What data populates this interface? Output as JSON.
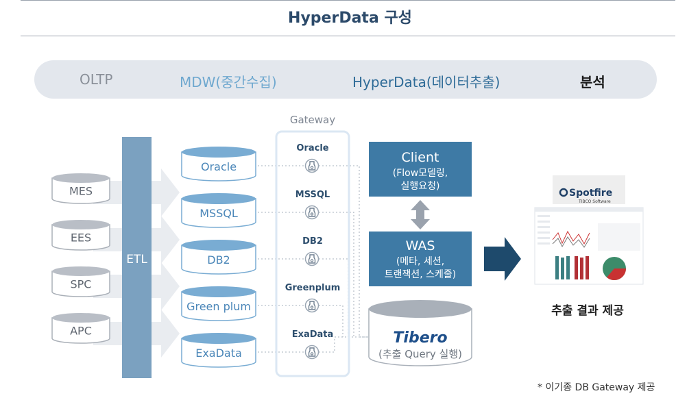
{
  "title": "HyperData 구성",
  "stages": [
    {
      "label": "OLTP",
      "color": "#8a9099"
    },
    {
      "label": "MDW(중간수집)",
      "color": "#6fa8cf"
    },
    {
      "label": "HyperData(데이터추출)",
      "color": "#2e6b97"
    },
    {
      "label": "분석",
      "color": "#1b1b1b"
    }
  ],
  "sources": [
    "MES",
    "EES",
    "SPC",
    "APC"
  ],
  "etl": "ETL",
  "mdw_dbs": [
    "Oracle",
    "MSSQL",
    "DB2",
    "Green plum",
    "ExaData"
  ],
  "gateway": {
    "title": "Gateway",
    "items": [
      "Oracle",
      "MSSQL",
      "DB2",
      "Greenplum",
      "ExaData"
    ]
  },
  "client": {
    "title": "Client",
    "lines": [
      "(Flow모델링,",
      "실행요청)"
    ]
  },
  "was": {
    "title": "WAS",
    "lines": [
      "(메타, 세션,",
      "트랜잭션, 스케줄)"
    ]
  },
  "tibero": {
    "logo": "Tibero",
    "caption": "(추출 Query 실행)"
  },
  "spotfire": {
    "brand": "Spotfire",
    "sub": "TIBCO Software"
  },
  "result": "추출 결과 제공",
  "footnote": "* 이기종 DB Gateway 제공",
  "colors": {
    "navy": "#1e4a6c",
    "mid_blue": "#3e7aa5",
    "light_blue": "#79acd3",
    "gray": "#b9bec6",
    "etl_bar": "#7ba1c0"
  }
}
